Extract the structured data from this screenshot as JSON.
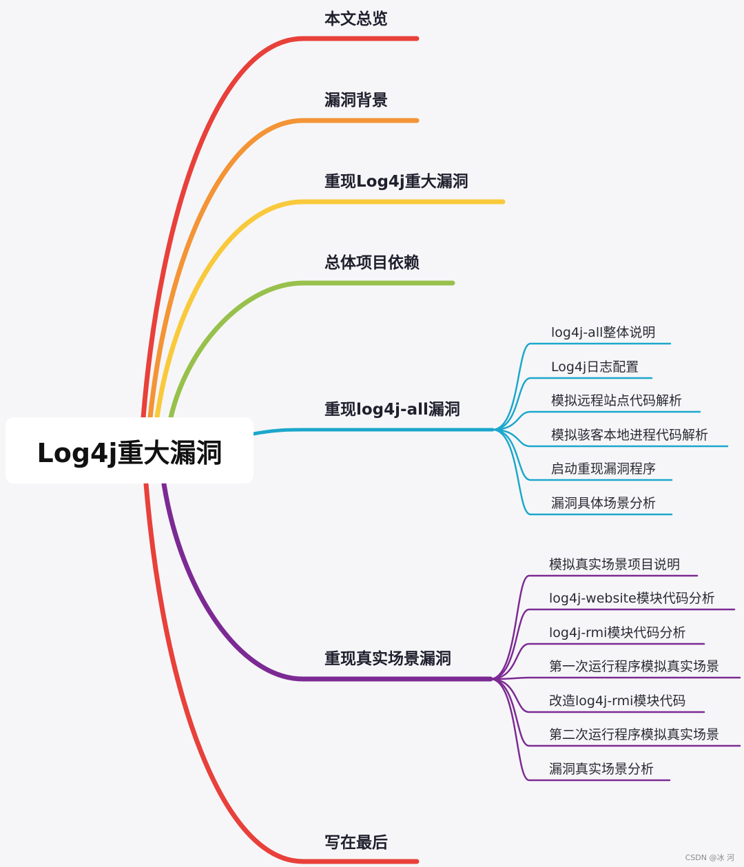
{
  "root": {
    "label": "Log4j重大漏洞"
  },
  "branches": [
    {
      "label": "本文总览",
      "color": "#e8403a"
    },
    {
      "label": "漏洞背景",
      "color": "#f39436"
    },
    {
      "label": "重现Log4j重大漏洞",
      "color": "#f9c93c"
    },
    {
      "label": "总体项目依赖",
      "color": "#98c04c"
    },
    {
      "label": "重现log4j-all漏洞",
      "color": "#1ba7cb",
      "children": [
        "log4j-all整体说明",
        "Log4j日志配置",
        "模拟远程站点代码解析",
        "模拟骇客本地进程代码解析",
        "启动重现漏洞程序",
        "漏洞具体场景分析"
      ]
    },
    {
      "label": "重现真实场景漏洞",
      "color": "#7c2a93",
      "children": [
        "模拟真实场景项目说明",
        "log4j-website模块代码分析",
        "log4j-rmi模块代码分析",
        "第一次运行程序模拟真实场景",
        "改造log4j-rmi模块代码",
        "第二次运行程序模拟真实场景",
        "漏洞真实场景分析"
      ]
    },
    {
      "label": "写在最后",
      "color": "#e8403a"
    }
  ],
  "watermark": "CSDN @冰 河"
}
